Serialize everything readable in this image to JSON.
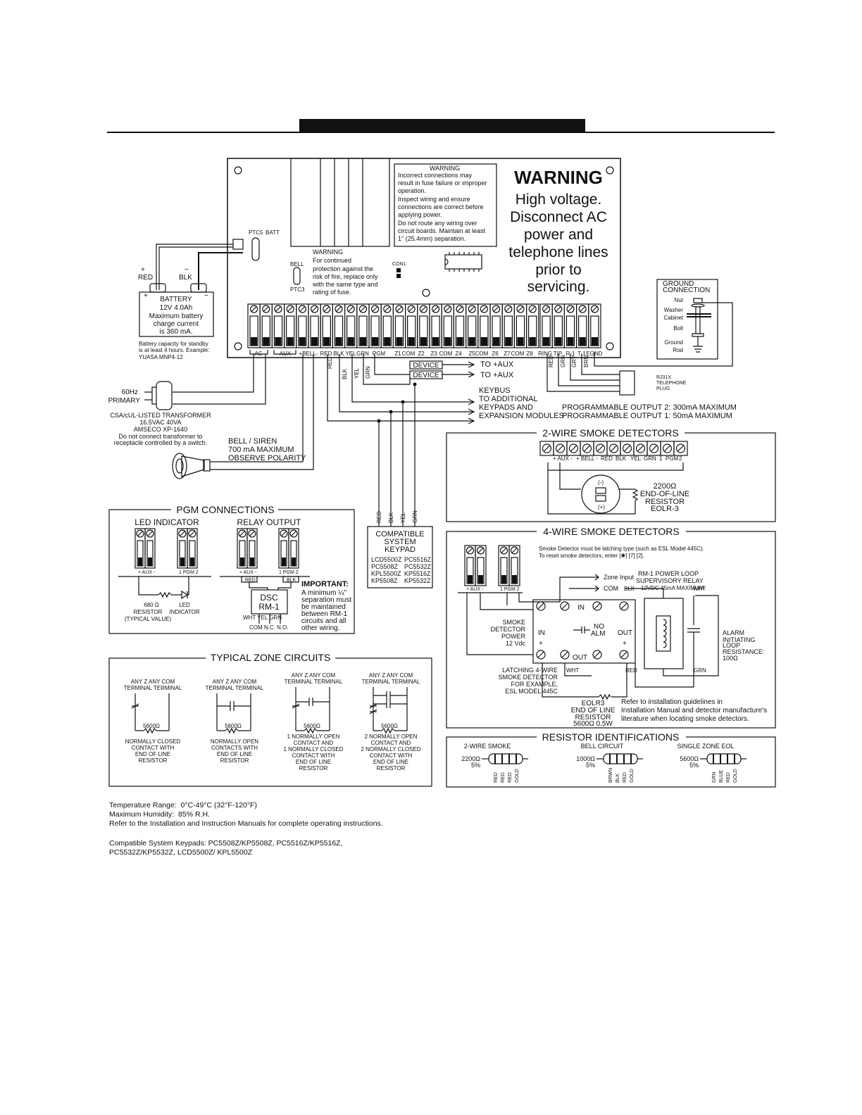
{
  "board": {
    "ptc5_label": "PTC5",
    "batt_label": "BATT",
    "bell_label": "BELL",
    "ptc3_label": "PTC3",
    "con1_label": "CON1",
    "warning_small_title": "WARNING",
    "warning_small_lines": [
      "Incorrect connections may",
      "result in fuse failure or improper",
      "operation.",
      "Inspect wiring and ensure",
      "connections are correct before",
      "applying power.",
      "Do not route any wiring over",
      "circuit boards. Maintain at least",
      "1\" (25.4mm) separation."
    ],
    "warning_fuse_title": "WARNING",
    "warning_fuse_lines": [
      "For continued",
      "protection against the",
      "risk of fire, replace only",
      "with the same type and",
      "rating of fuse."
    ],
    "warning_big_title": "WARNING",
    "warning_big_lines": [
      "High voltage.",
      "Disconnect AC",
      "power and",
      "telephone lines",
      "prior to",
      "servicing."
    ],
    "terminal_labels": [
      "AC",
      "AUX",
      "+BELL-",
      "RED",
      "BLK",
      "YEL",
      "GRN",
      "PGM",
      "Z1",
      "COM",
      "Z2",
      "Z3",
      "COM",
      "Z4",
      "Z5",
      "COM",
      "Z6",
      "Z7",
      "COM",
      "Z8",
      "RING",
      "TIP",
      "R-1",
      "T-1",
      "EGND"
    ]
  },
  "battery": {
    "red_label": "RED",
    "blk_label": "BLK",
    "plus": "+",
    "minus": "−",
    "lines": [
      "BATTERY",
      "12V  4.0Ah",
      "Maximum battery",
      "charge current",
      "is 360 mA."
    ],
    "note": [
      "Battery capacity for standby",
      "is at least 4 hours. Example:",
      "YUASA MNP4-12"
    ]
  },
  "ground": {
    "title": [
      "GROUND",
      "CONNECTION"
    ],
    "parts": [
      "Nut",
      "Washer",
      "Cabinet",
      "Bolt",
      "Ground",
      "Rod"
    ]
  },
  "transformer": {
    "hz": "60Hz",
    "primary": "PRIMARY",
    "lines": [
      "CSA/cUL-LISTED TRANSFORMER",
      "16.5VAC 40VA",
      "AMSECO XP-1640",
      "Do not connect transformer to",
      "receptacle controlled by a switch."
    ]
  },
  "bell_siren": [
    "BELL / SIREN",
    "700 mA MAXIMUM",
    "OBSERVE POLARITY"
  ],
  "wire_labels": {
    "keybus": [
      "RED",
      "BLK",
      "YEL",
      "GRN"
    ],
    "phone": [
      "RED",
      "GRN",
      "GRY",
      "BRN"
    ],
    "device": "DEVICE",
    "to_aux": "TO +AUX",
    "keybus_text": [
      "KEYBUS",
      "TO ADDITIONAL",
      "KEYPADS AND",
      "EXPANSION MODULES"
    ],
    "rj31x": [
      "RJ31X",
      "TELEPHONE",
      "PLUG"
    ],
    "pgm_out": [
      "PROGRAMMABLE OUTPUT 2: 300mA MAXIMUM",
      "PROGRAMMABLE OUTPUT 1: 50mA MAXIMUM"
    ]
  },
  "keypad_box": {
    "wire_labels": [
      "RED",
      "BLK",
      "YEL",
      "GRN"
    ],
    "title": [
      "COMPATIBLE",
      "SYSTEM",
      "KEYPAD"
    ],
    "models_left": [
      "LCD5500Z",
      "PC5508Z",
      "KPL5500Z",
      "KP5508Z"
    ],
    "models_right": [
      "PC5516Z",
      "PC5532Z",
      "KP5516Z",
      "KP5532Z"
    ]
  },
  "smoke2": {
    "title": "2-WIRE SMOKE DETECTORS",
    "terminals": [
      "+ AUX -",
      "+ BELL -",
      "RED",
      "BLK",
      "YEL",
      "GRN",
      "1",
      "PGM",
      "2"
    ],
    "minus": "(-)",
    "plus": "(+)",
    "resistor": [
      "2200Ω",
      "END-OF-LINE",
      "RESISTOR",
      "EOLR-3"
    ]
  },
  "pgm": {
    "title": "PGM CONNECTIONS",
    "led_title": "LED INDICATOR",
    "relay_title": "RELAY OUTPUT",
    "aux_label": "+ AUX -",
    "pgm_label": "1  PGM  2",
    "red": "RED",
    "blk": "BLK",
    "resistor": [
      "680 Ω",
      "RESISTOR",
      "(TYPICAL VALUE)"
    ],
    "led": [
      "LED",
      "INDICATOR"
    ],
    "dsc": [
      "DSC",
      "RM-1"
    ],
    "relay_wires": "WHT  YEL GRN",
    "relay_contacts": "COM  N.C.  N.O.",
    "important_title": "IMPORTANT:",
    "important_lines": [
      "A minimum ¼\"",
      "separation must",
      "be maintained",
      "between RM-1",
      "circuits and all",
      "other wiring."
    ]
  },
  "smoke4": {
    "title": "4-WIRE SMOKE DETECTORS",
    "note": [
      "Smoke Detector must be latching type (such as ESL Model 445C).",
      "To reset smoke detectors, enter [✱] [7] [2]."
    ],
    "aux_label": "+ AUX -",
    "pgm_label": "1  PGM  2",
    "zone_input": "Zone Input",
    "com": "COM",
    "blk": "BLK",
    "relay": [
      "RM-1 POWER LOOP",
      "SUPERVISORY RELAY"
    ],
    "relay_volt": "12VDC 35mA MAXIMUM",
    "wht": "WHT",
    "in_top": "IN",
    "in_left": "IN",
    "no_alm": [
      "NO",
      "ALM"
    ],
    "out_right": "OUT",
    "out_bottom": "OUT",
    "plus": "+",
    "minus": "-",
    "power": [
      "SMOKE",
      "DETECTOR",
      "POWER",
      "12 Vdc"
    ],
    "latching": [
      "LATCHING 4-WIRE",
      "SMOKE DETECTOR",
      "FOR EXAMPLE,",
      "ESL MODEL 445C"
    ],
    "wht_bottom": "WHT",
    "red_bottom": "RED",
    "grn_bottom": "GRN",
    "alarm": [
      "ALARM",
      "INITIATING",
      "LOOP",
      "RESISTANCE:",
      "100Ω"
    ],
    "eolr": [
      "EOLR3",
      "END OF LINE",
      "RESISTOR",
      "5600Ω 0.5W"
    ],
    "refer": [
      "Refer to installation guidelines in",
      "Installation Manual and detector manufacture's",
      "literature when locating smoke detectors."
    ]
  },
  "zones": {
    "title": "TYPICAL ZONE CIRCUITS",
    "circuits": [
      {
        "top": [
          "ANY Z     ANY COM",
          "TERMINAL   TERMINAL"
        ],
        "res": "5600Ω",
        "bottom": [
          "NORMALLY CLOSED",
          "CONTACT WITH",
          "END OF LINE",
          "RESISTOR"
        ]
      },
      {
        "top": [
          "ANY Z     ANY COM",
          "TERMINAL TERMINAL"
        ],
        "res": "5600Ω",
        "bottom": [
          "NORMALLY OPEN",
          "CONTACTS WITH",
          "END OF LINE",
          "RESISTOR"
        ]
      },
      {
        "top": [
          "ANY Z     ANY COM",
          "TERMINAL    TERMINAL"
        ],
        "res": "5600Ω",
        "bottom": [
          "1 NORMALLY OPEN",
          "CONTACT AND",
          "1 NORMALLY CLOSED",
          "CONTACT WITH",
          "END OF LINE",
          "RESISTOR"
        ]
      },
      {
        "top": [
          "ANY Z    ANY COM",
          "TERMINAL TERMINAL"
        ],
        "res": "5600Ω",
        "bottom": [
          "2 NORMALLY OPEN",
          "CONTACT AND",
          "2 NORMALLY CLOSED",
          "CONTACT WITH",
          "END OF LINE",
          "RESISTOR"
        ]
      }
    ]
  },
  "resistors": {
    "title": "RESISTOR IDENTIFICATIONS",
    "items": [
      {
        "name": "2-WIRE SMOKE",
        "value": "2200Ω",
        "tol": "5%",
        "bands": [
          "RED",
          "RED",
          "RED",
          "GOLD"
        ]
      },
      {
        "name": "BELL CIRCUIT",
        "value": "1000Ω",
        "tol": "5%",
        "bands": [
          "BRWN",
          "BLK",
          "RED",
          "GOLD"
        ]
      },
      {
        "name": "SINGLE ZONE EOL",
        "value": "5600Ω",
        "tol": "5%",
        "bands": [
          "GRN",
          "BLUE",
          "RED",
          "GOLD"
        ]
      }
    ]
  },
  "footer": {
    "temp": "Temperature Range:  0°C-49°C (32°F-120°F)",
    "humidity": "Maximum Humidity:  85% R.H.",
    "refer": "Refer to the Installation and Instruction Manuals for complete operating instructions.",
    "keypads_1": "Compatible System Keypads: PC5508Z/KP5508Z, PC5516Z/KP5516Z,",
    "keypads_2": "PC5532Z/KP5532Z, LCD5500Z/ KPL5500Z"
  }
}
